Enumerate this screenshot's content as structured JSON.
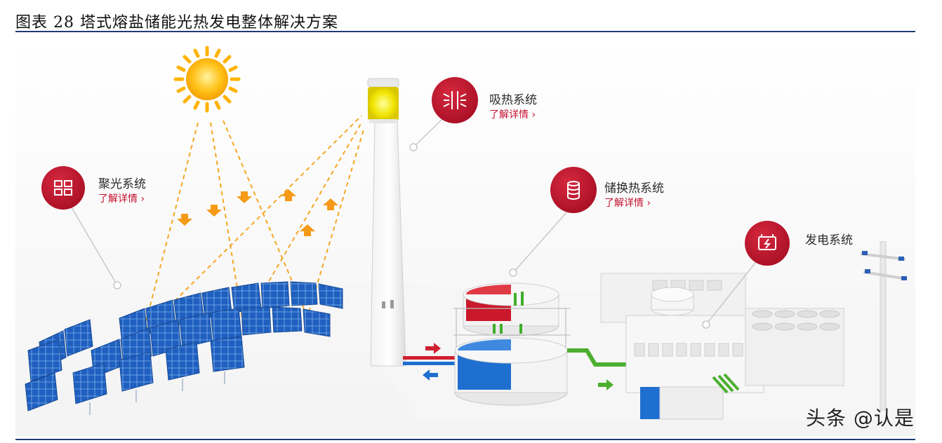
{
  "figure": {
    "title": "图表 28 塔式熔盐储能光热发电整体解决方案"
  },
  "callouts": {
    "heat_absorption": {
      "name": "吸热系统",
      "more": "了解详情 ›",
      "icon": "absorber-icon"
    },
    "concentration": {
      "name": "聚光系统",
      "more": "了解详情 ›",
      "icon": "heliostat-icon"
    },
    "storage_exchange": {
      "name": "储换热系统",
      "more": "了解详情 ›",
      "icon": "storage-tank-icon"
    },
    "power_generation": {
      "name": "发电系统",
      "icon": "generator-icon"
    }
  },
  "watermark": "头条 @认是",
  "colors": {
    "accent_red": "#c4122f",
    "rule_blue": "#1f3b73",
    "panel_blue": "#1f5fbf",
    "beam_orange": "#f5a623",
    "pipe_green": "#4caf2f",
    "hot_salt": "#d0202e",
    "cold_salt": "#1f6fd0"
  }
}
